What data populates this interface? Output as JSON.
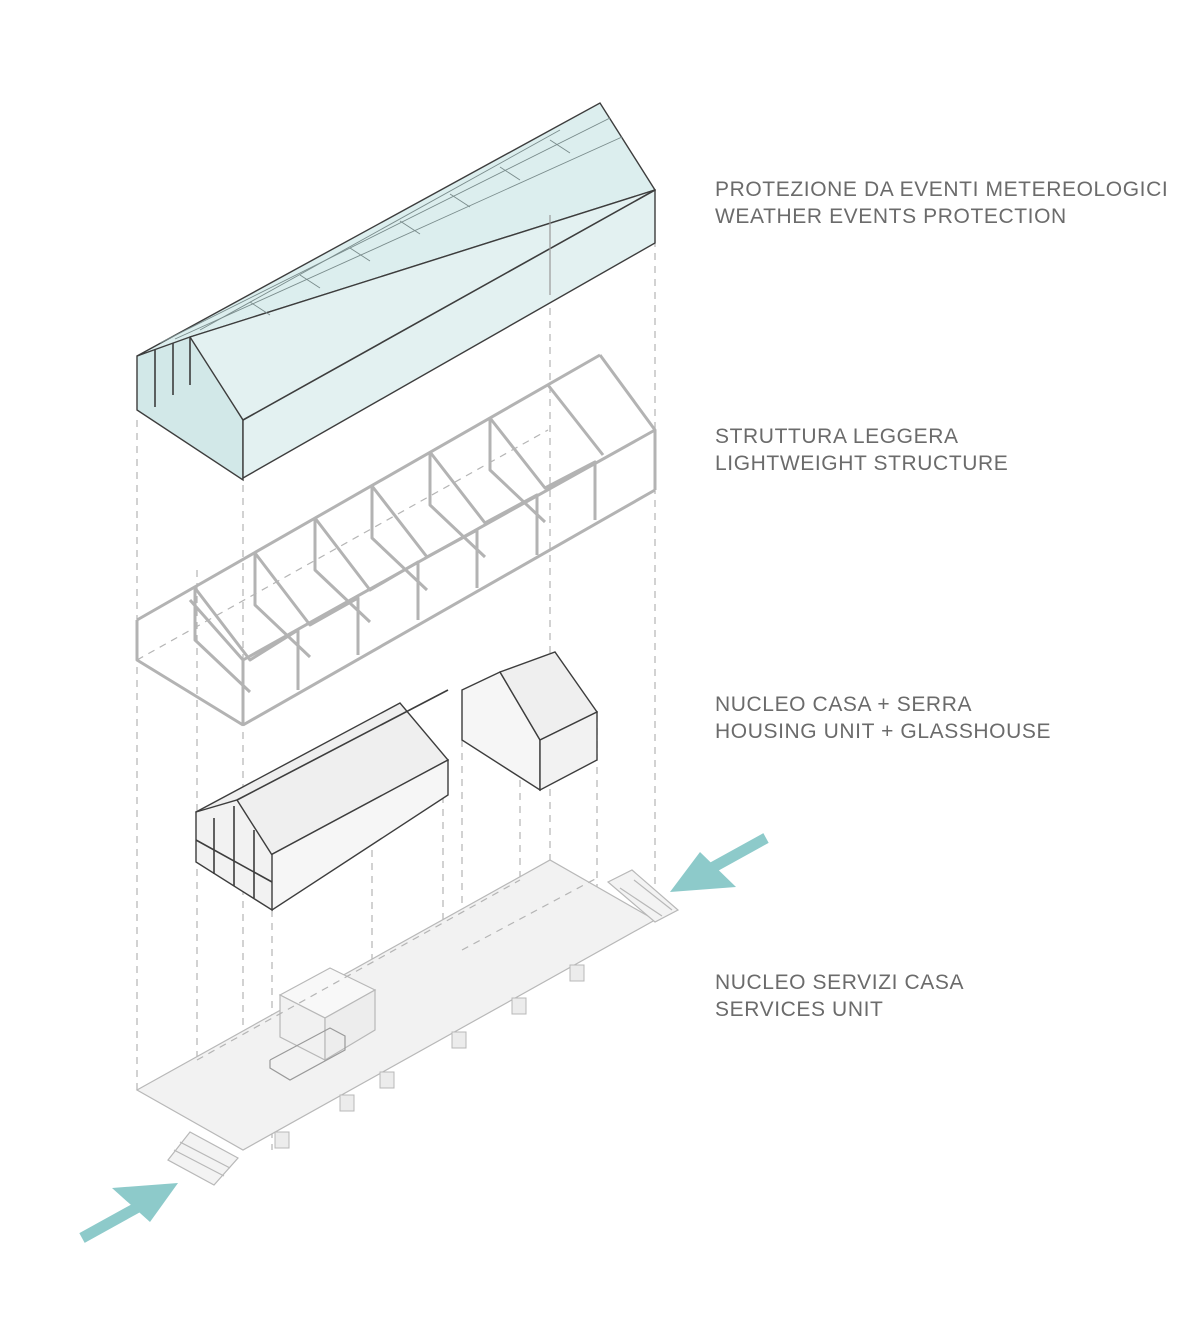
{
  "layers": [
    {
      "id": "weather",
      "line1": "PROTEZIONE DA EVENTI METEREOLOGICI",
      "line2": "WEATHER EVENTS PROTECTION"
    },
    {
      "id": "structure",
      "line1": "STRUTTURA LEGGERA",
      "line2": "LIGHTWEIGHT STRUCTURE"
    },
    {
      "id": "housing",
      "line1": "NUCLEO CASA + SERRA",
      "line2": "HOUSING UNIT + GLASSHOUSE"
    },
    {
      "id": "services",
      "line1": "NUCLEO SERVIZI CASA",
      "line2": "SERVICES UNIT"
    }
  ],
  "colors": {
    "roof_fill": "#e3f1f1",
    "roof_side": "#d2e8e8",
    "arrow": "#8dcaca",
    "label_text": "#6b6b6b",
    "platform_fill": "#f2f2f2"
  }
}
